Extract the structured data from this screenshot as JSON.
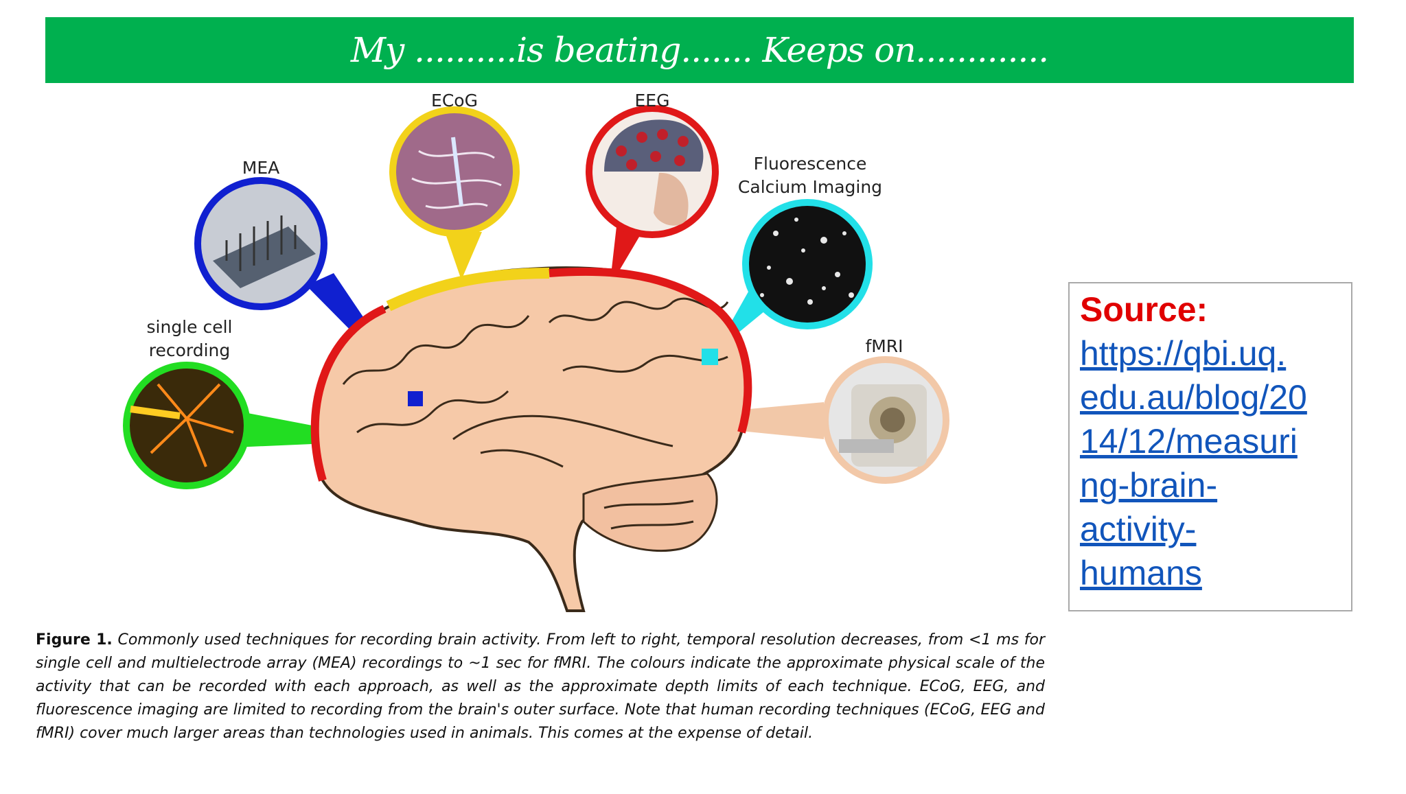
{
  "slide": {
    "title": "My ..........is beating....... Keeps on............."
  },
  "diagram": {
    "labels": {
      "ecog": "ECoG",
      "eeg": "EEG",
      "mea": "MEA",
      "fluorescence": "Fluorescence\nCalcium Imaging",
      "single_cell": "single cell\nrecording",
      "fmri": "fMRI"
    },
    "colors": {
      "single_cell": "#22dd22",
      "mea": "#1020d0",
      "ecog": "#f2d21a",
      "eeg": "#e01818",
      "fluorescence": "#22e0e8",
      "fmri": "#f2c8a8",
      "brain_fill": "#f6c9a8"
    }
  },
  "caption": {
    "figure_label": "Figure 1.",
    "text": "Commonly used techniques for recording brain activity. From left to right, temporal resolution decreases, from <1 ms for single cell and multielectrode array (MEA) recordings to ~1 sec for fMRI. The colours indicate the approximate physical scale of the activity that can be recorded with each approach, as well as the approximate depth limits of each technique. ECoG, EEG, and fluorescence imaging are limited to recording from the brain's outer surface. Note that human recording techniques (ECoG, EEG and fMRI) cover much larger areas than technologies used in animals. This comes at the expense of detail."
  },
  "source": {
    "title": "Source:",
    "link_text": "https://qbi.uq.\nedu.au/blog/20\n14/12/measuri\nng-brain-\nactivity-\nhumans"
  }
}
